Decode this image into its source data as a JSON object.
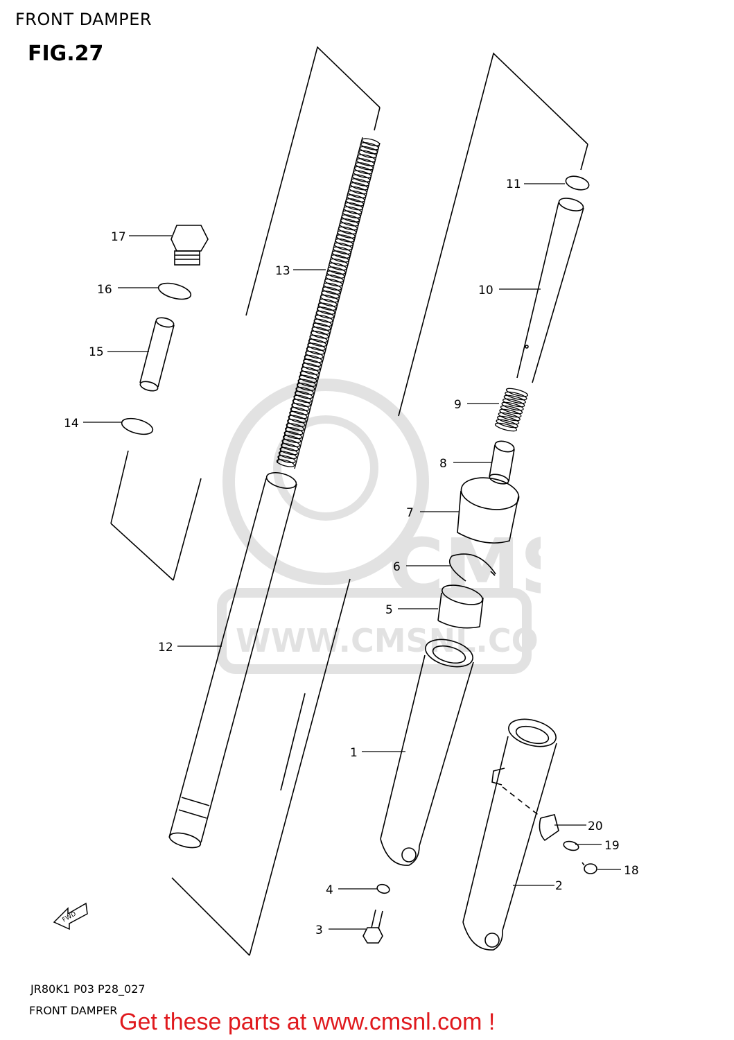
{
  "header": {
    "title": "FRONT DAMPER"
  },
  "figure": {
    "label": "FIG.27"
  },
  "watermark": {
    "brand": "CMS",
    "url": "WWW.CMSNL.COM"
  },
  "parts": {
    "p1": "1",
    "p2": "2",
    "p3": "3",
    "p4": "4",
    "p5": "5",
    "p6": "6",
    "p7": "7",
    "p8": "8",
    "p9": "9",
    "p10": "10",
    "p11": "11",
    "p12": "12",
    "p13": "13",
    "p14": "14",
    "p15": "15",
    "p16": "16",
    "p17": "17",
    "p18": "18",
    "p19": "19",
    "p20": "20"
  },
  "direction": {
    "label": "FWD"
  },
  "footer": {
    "code": "JR80K1 P03 P28_027",
    "name": "FRONT DAMPER",
    "cta": "Get these parts at www.cmsnl.com !",
    "cta_color": "#e0191d"
  }
}
